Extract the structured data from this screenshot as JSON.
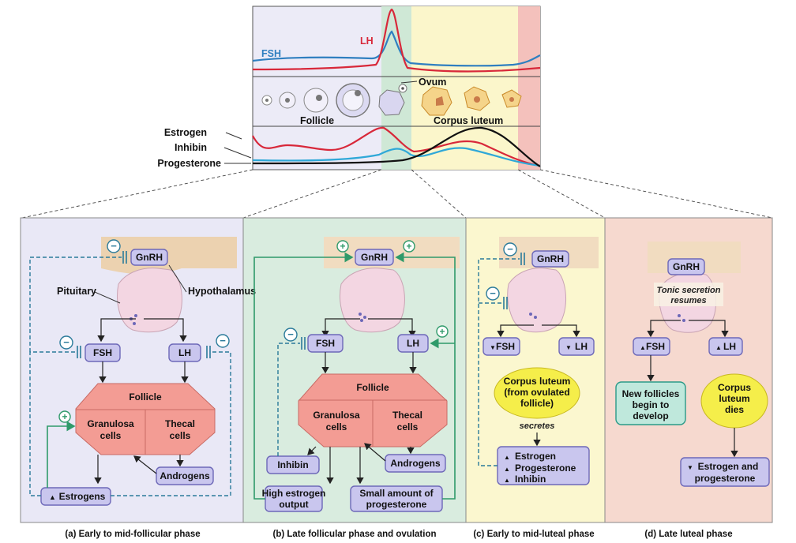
{
  "colors": {
    "panel_a": "#e9e8f6",
    "panel_b": "#d9ecdf",
    "panel_c": "#fbf7cf",
    "panel_d": "#f6d9cf",
    "fsh_curve": "#2f7fc0",
    "lh_curve": "#d8283a",
    "estrogen_curve": "#d8283a",
    "inhibin_curve": "#2fa8d8",
    "progesterone_curve": "#111111",
    "hormone_box": "#c9c6ee",
    "follicle_shape": "#f39c94",
    "corpus_luteum_oval": "#f5ee4a"
  },
  "cycle": {
    "fsh_label": "FSH",
    "lh_label": "LH",
    "ovum_label": "Ovum",
    "follicle_label": "Follicle",
    "corpus_luteum_label": "Corpus luteum",
    "estrogen_label": "Estrogen",
    "inhibin_label": "Inhibin",
    "progesterone_label": "Progesterone"
  },
  "panel_a": {
    "gnrh": "GnRH",
    "pituitary": "Pituitary",
    "hypothalamus": "Hypothalamus",
    "fsh": "FSH",
    "lh": "LH",
    "follicle": "Follicle",
    "granulosa": "Granulosa",
    "granulosa2": "cells",
    "thecal": "Thecal",
    "thecal2": "cells",
    "androgens": "Androgens",
    "estrogens": "Estrogens",
    "caption": "(a) Early to mid-follicular phase"
  },
  "panel_b": {
    "gnrh": "GnRH",
    "fsh": "FSH",
    "lh": "LH",
    "follicle": "Follicle",
    "granulosa": "Granulosa",
    "granulosa2": "cells",
    "thecal": "Thecal",
    "thecal2": "cells",
    "inhibin": "Inhibin",
    "androgens": "Androgens",
    "high_estrogen": "High estrogen",
    "high_estrogen2": "output",
    "small_prog": "Small amount of",
    "small_prog2": "progesterone",
    "caption": "(b) Late follicular phase and ovulation"
  },
  "panel_c": {
    "gnrh": "GnRH",
    "fsh": "FSH",
    "lh": "LH",
    "corpus1": "Corpus luteum",
    "corpus2": "(from ovulated",
    "corpus3": "follicle)",
    "secretes": "secretes",
    "estrogen": "Estrogen",
    "progesterone": "Progesterone",
    "inhibin": "Inhibin",
    "caption": "(c) Early to mid-luteal phase"
  },
  "panel_d": {
    "gnrh": "GnRH",
    "tonic1": "Tonic secretion",
    "tonic2": "resumes",
    "fsh": "FSH",
    "lh": "LH",
    "newfol1": "New follicles",
    "newfol2": "begin to",
    "newfol3": "develop",
    "cl1": "Corpus",
    "cl2": "luteum",
    "cl3": "dies",
    "estprog1": "Estrogen and",
    "estprog2": "progesterone",
    "caption": "(d) Late luteal phase"
  },
  "symbols": {
    "minus": "−",
    "plus": "+",
    "up": "▲",
    "down": "▼"
  }
}
